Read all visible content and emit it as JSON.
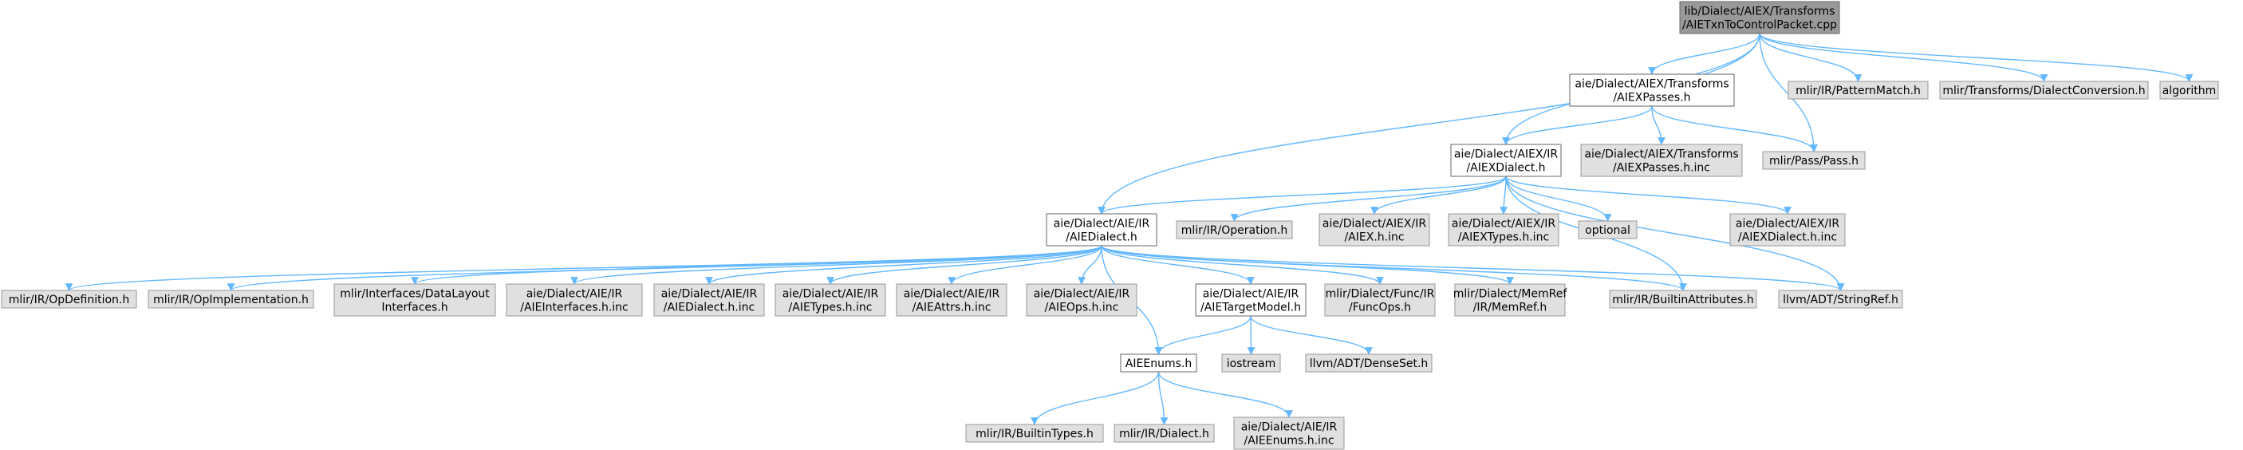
{
  "colors": {
    "edge": "#63b8ff",
    "linked_border": "#666666",
    "linked_fill": "#ffffff",
    "root_fill": "#999999",
    "root_border": "#666666",
    "external_fill": "#e0e0e0",
    "external_border": "#999999"
  },
  "nodes": [
    {
      "id": "root",
      "kind": "root",
      "lines": [
        "lib/Dialect/AIEX/Transforms",
        "/AIETxnToControlPacket.cpp"
      ]
    },
    {
      "id": "aiexpasses",
      "kind": "linked",
      "lines": [
        "aie/Dialect/AIEX/Transforms",
        "/AIEXPasses.h"
      ]
    },
    {
      "id": "patternmatch",
      "kind": "external",
      "lines": [
        "mlir/IR/PatternMatch.h"
      ]
    },
    {
      "id": "dialectconv",
      "kind": "external",
      "lines": [
        "mlir/Transforms/DialectConversion.h"
      ]
    },
    {
      "id": "algorithm",
      "kind": "external",
      "lines": [
        "algorithm"
      ]
    },
    {
      "id": "aiexdialect",
      "kind": "linked",
      "lines": [
        "aie/Dialect/AIEX/IR",
        "/AIEXDialect.h"
      ]
    },
    {
      "id": "aiexpassesinc",
      "kind": "external",
      "lines": [
        "aie/Dialect/AIEX/Transforms",
        "/AIEXPasses.h.inc"
      ]
    },
    {
      "id": "passh",
      "kind": "external",
      "lines": [
        "mlir/Pass/Pass.h"
      ]
    },
    {
      "id": "aiedialect",
      "kind": "linked",
      "lines": [
        "aie/Dialect/AIE/IR",
        "/AIEDialect.h"
      ]
    },
    {
      "id": "operation",
      "kind": "external",
      "lines": [
        "mlir/IR/Operation.h"
      ]
    },
    {
      "id": "aiexhinc",
      "kind": "external",
      "lines": [
        "aie/Dialect/AIEX/IR",
        "/AIEX.h.inc"
      ]
    },
    {
      "id": "aiextypesinc",
      "kind": "external",
      "lines": [
        "aie/Dialect/AIEX/IR",
        "/AIEXTypes.h.inc"
      ]
    },
    {
      "id": "optional",
      "kind": "external",
      "lines": [
        "optional"
      ]
    },
    {
      "id": "aiexdialectinc",
      "kind": "external",
      "lines": [
        "aie/Dialect/AIEX/IR",
        "/AIEXDialect.h.inc"
      ]
    },
    {
      "id": "opdef",
      "kind": "external",
      "lines": [
        "mlir/IR/OpDefinition.h"
      ]
    },
    {
      "id": "opimpl",
      "kind": "external",
      "lines": [
        "mlir/IR/OpImplementation.h"
      ]
    },
    {
      "id": "datalayout",
      "kind": "external",
      "lines": [
        "mlir/Interfaces/DataLayout",
        "Interfaces.h"
      ]
    },
    {
      "id": "aieinterfaces",
      "kind": "external",
      "lines": [
        "aie/Dialect/AIE/IR",
        "/AIEInterfaces.h.inc"
      ]
    },
    {
      "id": "aiedialectinc",
      "kind": "external",
      "lines": [
        "aie/Dialect/AIE/IR",
        "/AIEDialect.h.inc"
      ]
    },
    {
      "id": "aietypes",
      "kind": "external",
      "lines": [
        "aie/Dialect/AIE/IR",
        "/AIETypes.h.inc"
      ]
    },
    {
      "id": "aieattrs",
      "kind": "external",
      "lines": [
        "aie/Dialect/AIE/IR",
        "/AIEAttrs.h.inc"
      ]
    },
    {
      "id": "aieops",
      "kind": "external",
      "lines": [
        "aie/Dialect/AIE/IR",
        "/AIEOps.h.inc"
      ]
    },
    {
      "id": "targetmodel",
      "kind": "linked",
      "lines": [
        "aie/Dialect/AIE/IR",
        "/AIETargetModel.h"
      ]
    },
    {
      "id": "funcops",
      "kind": "external",
      "lines": [
        "mlir/Dialect/Func/IR",
        "/FuncOps.h"
      ]
    },
    {
      "id": "memref",
      "kind": "external",
      "lines": [
        "mlir/Dialect/MemRef",
        "/IR/MemRef.h"
      ]
    },
    {
      "id": "builtinattr",
      "kind": "external",
      "lines": [
        "mlir/IR/BuiltinAttributes.h"
      ]
    },
    {
      "id": "stringref",
      "kind": "external",
      "lines": [
        "llvm/ADT/StringRef.h"
      ]
    },
    {
      "id": "aieenums",
      "kind": "linked",
      "lines": [
        "AIEEnums.h"
      ]
    },
    {
      "id": "iostream",
      "kind": "external",
      "lines": [
        "iostream"
      ]
    },
    {
      "id": "denseset",
      "kind": "external",
      "lines": [
        "llvm/ADT/DenseSet.h"
      ]
    },
    {
      "id": "builtintypes",
      "kind": "external",
      "lines": [
        "mlir/IR/BuiltinTypes.h"
      ]
    },
    {
      "id": "dialecth",
      "kind": "external",
      "lines": [
        "mlir/IR/Dialect.h"
      ]
    },
    {
      "id": "aieenumsinc",
      "kind": "external",
      "lines": [
        "aie/Dialect/AIE/IR",
        "/AIEEnums.h.inc"
      ]
    }
  ],
  "edges": [
    {
      "from": "root",
      "to": "aiexpasses"
    },
    {
      "from": "root",
      "to": "patternmatch"
    },
    {
      "from": "root",
      "to": "dialectconv"
    },
    {
      "from": "root",
      "to": "algorithm"
    },
    {
      "from": "root",
      "to": "aiexdialect"
    },
    {
      "from": "root",
      "to": "aiedialect"
    },
    {
      "from": "root",
      "to": "passh"
    },
    {
      "from": "aiexpasses",
      "to": "aiexdialect"
    },
    {
      "from": "aiexpasses",
      "to": "aiexpassesinc"
    },
    {
      "from": "aiexpasses",
      "to": "passh"
    },
    {
      "from": "aiexdialect",
      "to": "aiedialect"
    },
    {
      "from": "aiexdialect",
      "to": "operation"
    },
    {
      "from": "aiexdialect",
      "to": "aiexhinc"
    },
    {
      "from": "aiexdialect",
      "to": "aiextypesinc"
    },
    {
      "from": "aiexdialect",
      "to": "optional"
    },
    {
      "from": "aiexdialect",
      "to": "aiexdialectinc"
    },
    {
      "from": "aiexdialect",
      "to": "builtinattr"
    },
    {
      "from": "aiexdialect",
      "to": "stringref"
    },
    {
      "from": "aiedialect",
      "to": "opdef"
    },
    {
      "from": "aiedialect",
      "to": "opimpl"
    },
    {
      "from": "aiedialect",
      "to": "datalayout"
    },
    {
      "from": "aiedialect",
      "to": "aieinterfaces"
    },
    {
      "from": "aiedialect",
      "to": "aiedialectinc"
    },
    {
      "from": "aiedialect",
      "to": "aietypes"
    },
    {
      "from": "aiedialect",
      "to": "aieattrs"
    },
    {
      "from": "aiedialect",
      "to": "aieops"
    },
    {
      "from": "aiedialect",
      "to": "targetmodel"
    },
    {
      "from": "aiedialect",
      "to": "funcops"
    },
    {
      "from": "aiedialect",
      "to": "memref"
    },
    {
      "from": "aiedialect",
      "to": "builtinattr"
    },
    {
      "from": "aiedialect",
      "to": "stringref"
    },
    {
      "from": "aiedialect",
      "to": "aieenums"
    },
    {
      "from": "targetmodel",
      "to": "aieenums"
    },
    {
      "from": "targetmodel",
      "to": "iostream"
    },
    {
      "from": "targetmodel",
      "to": "denseset"
    },
    {
      "from": "aieenums",
      "to": "builtintypes"
    },
    {
      "from": "aieenums",
      "to": "dialecth"
    },
    {
      "from": "aieenums",
      "to": "aieenumsinc"
    }
  ]
}
